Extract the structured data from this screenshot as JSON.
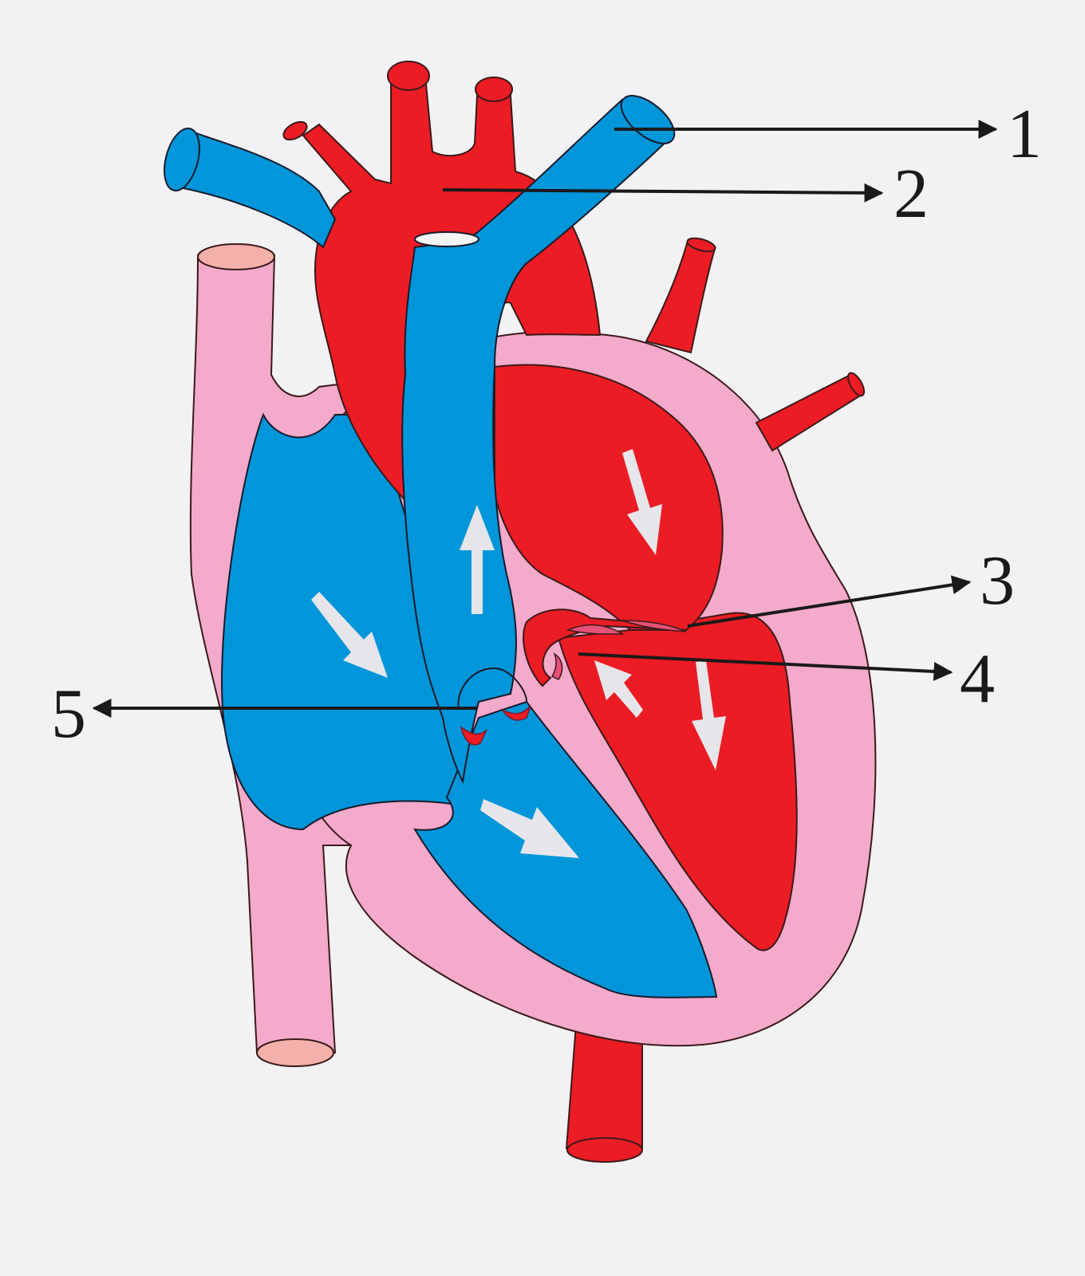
{
  "colors": {
    "background": "#f2f2f4",
    "oxygenated": "#ec1c24",
    "deoxygenated": "#0096d9",
    "tissue": "#f4aacb",
    "vessel_cap": "#f4b0aa",
    "flow_arrow": "#e6e6ea",
    "pointer": "#1a1a1a"
  },
  "labels": [
    {
      "id": "1",
      "text": "1"
    },
    {
      "id": "2",
      "text": "2"
    },
    {
      "id": "3",
      "text": "3"
    },
    {
      "id": "4",
      "text": "4"
    },
    {
      "id": "5",
      "text": "5"
    }
  ]
}
